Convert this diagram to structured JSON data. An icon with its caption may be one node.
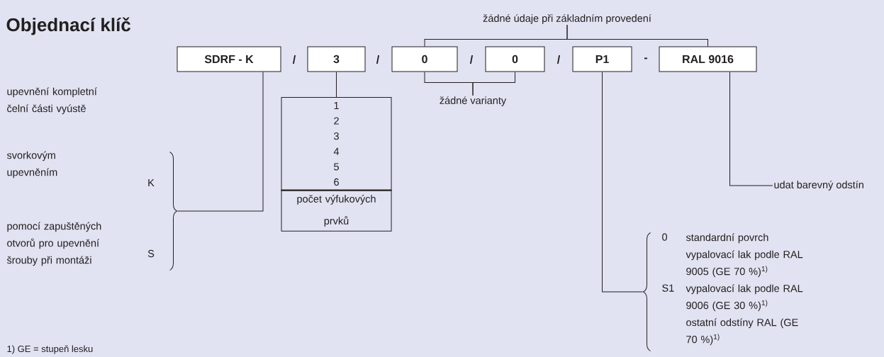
{
  "diagram": {
    "title": "Objednací klíč",
    "nodes": [
      {
        "text": [
          "SDRF - K"
        ]
      },
      {
        "text": [
          "3"
        ]
      },
      {
        "text": [
          "0"
        ]
      },
      {
        "text": [
          "0"
        ]
      },
      {
        "text": [
          "P1"
        ]
      },
      {
        "text": [
          "RAL 9016"
        ]
      },
      {
        "text": [
          "1 2 3 4 5 6",
          "počet výfukových prvků"
        ]
      },
      {
        "text": [
          "žádné údaje při základním provedení"
        ]
      },
      {
        "text": [
          "žádné varianty"
        ]
      },
      {
        "text": [
          "udat barevný odstín"
        ]
      },
      {
        "text": [],
        "shape": "brace"
      },
      {
        "text": [],
        "shape": "brace"
      }
    ],
    "edges": [
      {
        "from": 0,
        "to": 10,
        "arrow": "none"
      },
      {
        "from": 1,
        "to": 6,
        "arrow": "none"
      },
      {
        "from": 2,
        "to": 7,
        "arrow": "none"
      },
      {
        "from": 5,
        "to": 7,
        "arrow": "none"
      },
      {
        "from": 2,
        "to": 8,
        "arrow": "none"
      },
      {
        "from": 3,
        "to": 8,
        "arrow": "none"
      },
      {
        "from": 4,
        "to": 11,
        "arrow": "none"
      },
      {
        "from": 5,
        "to": 9,
        "arrow": "none"
      }
    ],
    "labels": [
      "/",
      "/",
      "/",
      "/",
      "-",
      "upevnění kompletní čelní části vyústě",
      "svorkovým upevněním",
      "K",
      "pomocí zapuštěných otvorů pro upevnění šrouby při montáži",
      "S",
      "0",
      "standardní povrch vypalovací lak podle RAL 9005 (GE 70 %)$^{1)}$",
      "S1",
      "vypalovací lak podle RAL 9006 (GE 30 %)$^{1)}$",
      "ostatní odstíny RAL (GE 70 %)$^{1)}$",
      "1) GE = stupeň lesku"
    ]
  }
}
